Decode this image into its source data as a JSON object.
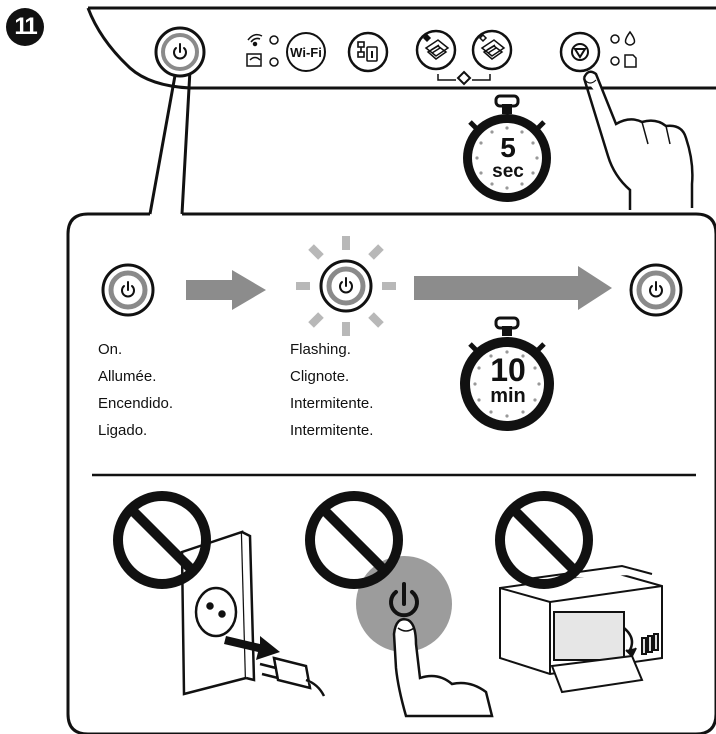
{
  "step": {
    "number": "11"
  },
  "panel": {
    "wifi_label": "Wi-Fi"
  },
  "timer_5": {
    "value": "5",
    "unit": "sec"
  },
  "timer_10": {
    "value": "10",
    "unit": "min"
  },
  "states": {
    "on": [
      "On.",
      "Allumée.",
      "Encendido.",
      "Ligado."
    ],
    "flashing": [
      "Flashing.",
      "Clignote.",
      "Intermitente.",
      "Intermitente."
    ]
  },
  "colors": {
    "outline": "#111111",
    "power_ring": "#8a8a8a",
    "arrow_gray": "#8c8c8c",
    "flash_gray": "#b8b8b8",
    "button_fill": "#9c9c9c"
  }
}
